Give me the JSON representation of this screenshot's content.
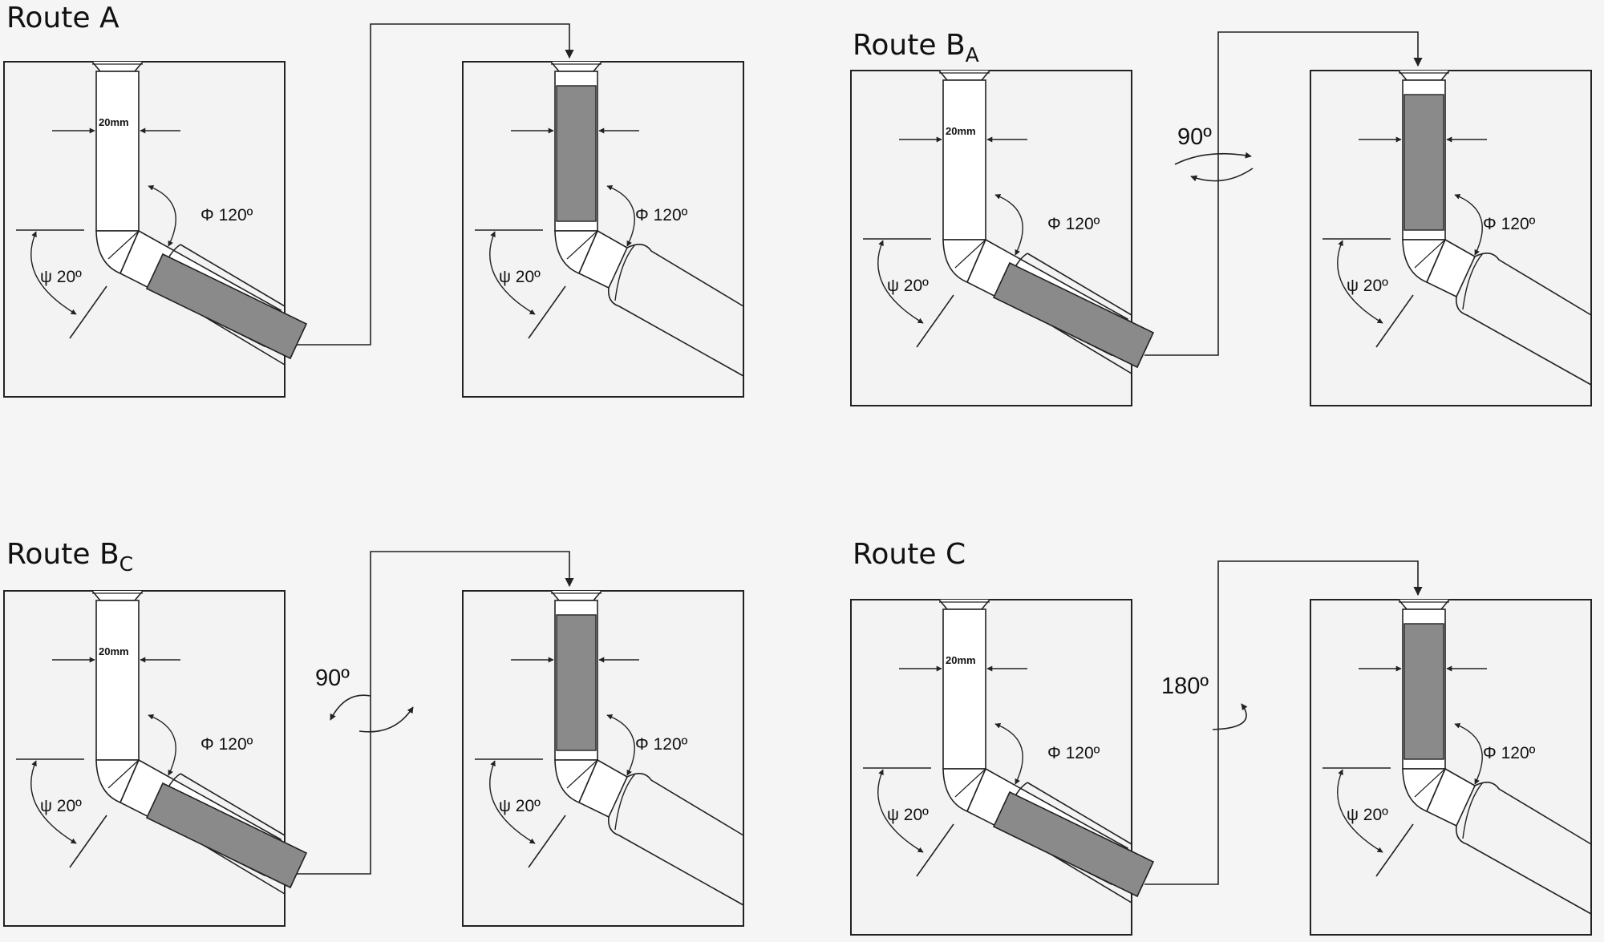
{
  "routes": [
    {
      "id": "a",
      "title": "Route A",
      "subscript": "",
      "rotation_label": "",
      "rotation_arrows": "none"
    },
    {
      "id": "ba",
      "title": "Route B",
      "subscript": "A",
      "rotation_label": "90º",
      "rotation_arrows": "double"
    },
    {
      "id": "bc",
      "title": "Route B",
      "subscript": "C",
      "rotation_label": "90º",
      "rotation_arrows": "s-curve"
    },
    {
      "id": "c",
      "title": "Route C",
      "subscript": "",
      "rotation_label": "180º",
      "rotation_arrows": "hook"
    }
  ],
  "labels": {
    "channel_width": "20mm",
    "phi_angle": "Φ 120º",
    "psi_angle": "ψ 20º"
  },
  "colors": {
    "background": "#f5f5f5",
    "die": "#f3f3f3",
    "line": "#222222",
    "billet": "#8a8a8a"
  }
}
